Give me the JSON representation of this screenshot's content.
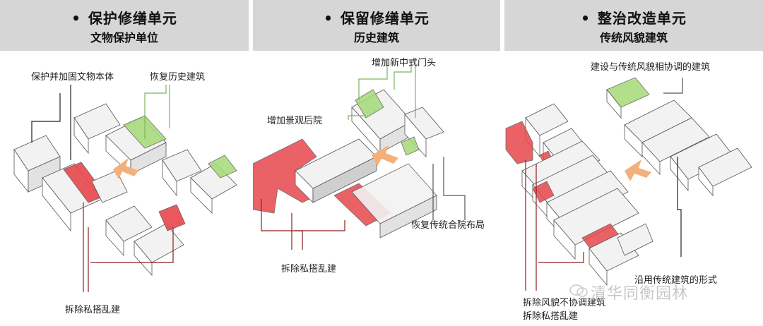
{
  "panels": [
    {
      "title": "保护修缮单元",
      "subtitle": "文物保护单位",
      "labels": {
        "protect": "保护并加固文物本体",
        "restore": "恢复历史建筑",
        "demolish": "拆除私搭乱建"
      }
    },
    {
      "title": "保留修缮单元",
      "subtitle": "历史建筑",
      "labels": {
        "gate": "增加新中式门头",
        "courtyard": "增加景观后院",
        "layout": "恢复传统合院布局",
        "demolish": "拆除私搭乱建"
      }
    },
    {
      "title": "整治改造单元",
      "subtitle": "传统风貌建筑",
      "labels": {
        "harmonize": "建设与传统风貌相协调的建筑",
        "form": "沿用传统建筑的形式",
        "demolish_style": "拆除风貌不协调建筑",
        "demolish": "拆除私搭乱建"
      }
    }
  ],
  "bullet": "•",
  "watermark": "清华同衡园林",
  "colors": {
    "header_bg": "#d6d6d6",
    "demolish": "#e8474c",
    "add": "#9bd46a",
    "arrow": "#f4b07a",
    "line_dark": "#8a1f1f",
    "line_green": "#7ab55c"
  }
}
